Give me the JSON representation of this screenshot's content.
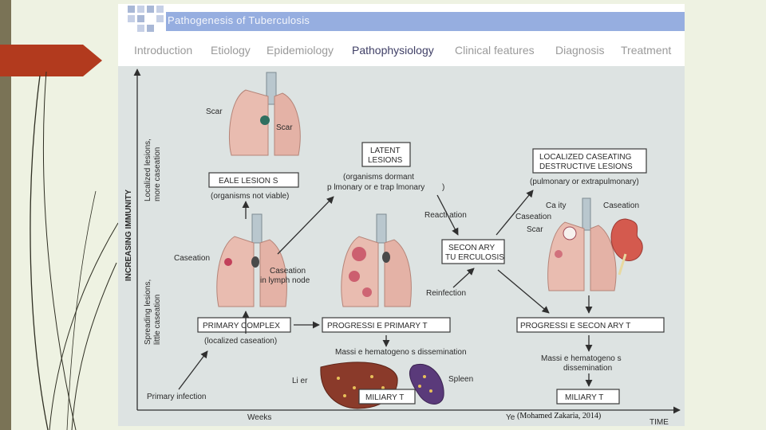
{
  "slide": {
    "title": "Pathogenesis of Tuberculosis",
    "nav": [
      {
        "label": "Introduction",
        "active": false
      },
      {
        "label": "Etiology",
        "active": false
      },
      {
        "label": "Epidemiology",
        "active": false
      },
      {
        "label": "Pathophysiology",
        "active": true
      },
      {
        "label": "Clinical features",
        "active": false
      },
      {
        "label": "Diagnosis",
        "active": false
      },
      {
        "label": "Treatment",
        "active": false
      }
    ]
  },
  "diagram": {
    "y_axis": "INCREASING IMMUNITY",
    "y_top_label_1": "Localized lesions,",
    "y_top_label_2": "more caseation",
    "y_bottom_label_1": "Spreading lesions,",
    "y_bottom_label_2": "little caseation",
    "x_axis_left": "Weeks",
    "x_axis_mid": "Ye",
    "x_axis_right": "TIME",
    "scar_1": "Scar",
    "scar_2": "Scar",
    "healed_box": "EALE LESION S",
    "healed_sub": "(organisms not viable)",
    "latent_box_1": "LATENT",
    "latent_box_2": "LESIONS",
    "latent_sub_1": "(organisms dormant",
    "latent_sub_2": "p lmonary or e trap lmonary",
    "latent_sub_3": ")",
    "localized_box_1": "LOCALIZED CASEATING",
    "localized_box_2": "DESTRUCTIVE LESIONS",
    "localized_sub": "(pulmonary or extrapulmonary)",
    "reactivation": "Reacti ation",
    "reinfection": "Reinfection",
    "secondary_box_1": "SECON ARY",
    "secondary_box_2": "TU ERCULOSIS",
    "cavity": "Ca ity",
    "caseation_right": "Caseation",
    "scar_right": "Scar",
    "caseation_kidney": "Caseation",
    "caseation_left": "Caseation",
    "caseation_node_1": "Caseation",
    "caseation_node_2": "in lymph node",
    "primary_complex": "PRIMARY COMPLEX",
    "primary_sub": "(localized caseation)",
    "progressive_primary": "PROGRESSI E PRIMARY T",
    "progressive_secondary": "PROGRESSI E SECON ARY T",
    "massive_left": "Massi e hematogeno s dissemination",
    "massive_right_1": "Massi e hematogeno s",
    "massive_right_2": "dissemination",
    "liver": "Li er",
    "spleen": "Spleen",
    "miliary_left": "MILIARY T",
    "miliary_right": "MILIARY T",
    "primary_infection": "Primary infection"
  },
  "citation": "(Mohamed Zakaria, 2014)",
  "colors": {
    "accent_blue": "#96aee0",
    "nav_active": "#3f3f66",
    "lung_pink": "#e9bcb0",
    "lesion_red": "#c2405a",
    "red_arrow": "#b23a1e"
  }
}
